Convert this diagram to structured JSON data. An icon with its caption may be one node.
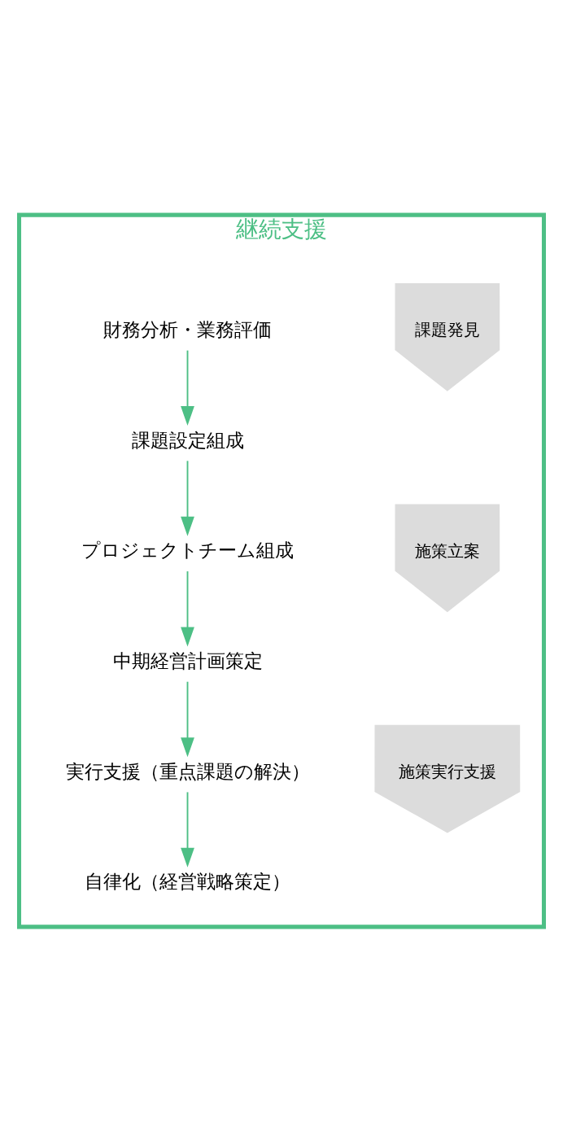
{
  "diagram": {
    "nodes": [
      {
        "text": [
          "継続支援"
        ]
      },
      {
        "text": [
          "課題発見"
        ],
        "in": 0
      },
      {
        "text": [
          "財務分析・業務評価"
        ],
        "in": 0
      },
      {
        "text": [
          "課題設定組成"
        ],
        "in": 0
      },
      {
        "text": [
          "施策立案"
        ],
        "in": 0
      },
      {
        "text": [
          "プロジェクトチーム組成"
        ],
        "in": 0
      },
      {
        "text": [
          "中期経営計画策定"
        ],
        "in": 0
      },
      {
        "text": [
          "施策実行支援"
        ],
        "in": 0
      },
      {
        "text": [
          "実行支援（重点課題の解決）"
        ],
        "in": 0
      },
      {
        "text": [
          "自律化（経営戦略策定）"
        ],
        "in": 0
      }
    ],
    "edges": [
      {
        "from": 2,
        "to": 3,
        "arrow": "to"
      },
      {
        "from": 3,
        "to": 5,
        "arrow": "to"
      },
      {
        "from": 5,
        "to": 6,
        "arrow": "to"
      },
      {
        "from": 6,
        "to": 8,
        "arrow": "to"
      },
      {
        "from": 8,
        "to": 9,
        "arrow": "to"
      }
    ]
  }
}
